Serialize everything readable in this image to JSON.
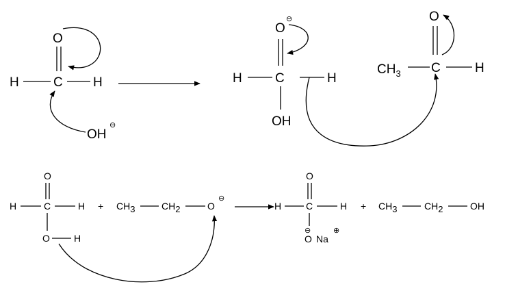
{
  "colors": {
    "ink": "#000000",
    "background": "#ffffff"
  },
  "row1": {
    "formaldehyde": {
      "o": "O",
      "h_left": "H",
      "c": "C",
      "h_right": "H"
    },
    "hydroxide": {
      "oh": "OH",
      "charge": "⊖"
    },
    "intermediate": {
      "o": "O",
      "o_charge": "⊖",
      "h_left": "H",
      "c": "C",
      "h_right": "H",
      "oh": "OH"
    },
    "acetaldehyde": {
      "o": "O",
      "ch": "CH",
      "ch_sub": "3",
      "c": "C",
      "h": "H"
    }
  },
  "row2": {
    "formic_acid": {
      "o_top": "O",
      "h_left": "H",
      "c": "C",
      "h_right": "H",
      "o_bottom": "O",
      "h_bottom": "H"
    },
    "plus1": "+",
    "ethoxide": {
      "ch3": "CH",
      "ch3_sub": "3",
      "ch2": "CH",
      "ch2_sub": "2",
      "o": "O",
      "charge": "⊖"
    },
    "formate": {
      "o_top": "O",
      "h_left": "H",
      "c": "C",
      "h_right": "H",
      "o_bottom": "O",
      "o_charge": "⊖",
      "na": "Na",
      "na_charge": "⊕"
    },
    "plus2": "+",
    "ethanol": {
      "ch3": "CH",
      "ch3_sub": "3",
      "ch2": "CH",
      "ch2_sub": "2",
      "oh": "OH"
    }
  }
}
